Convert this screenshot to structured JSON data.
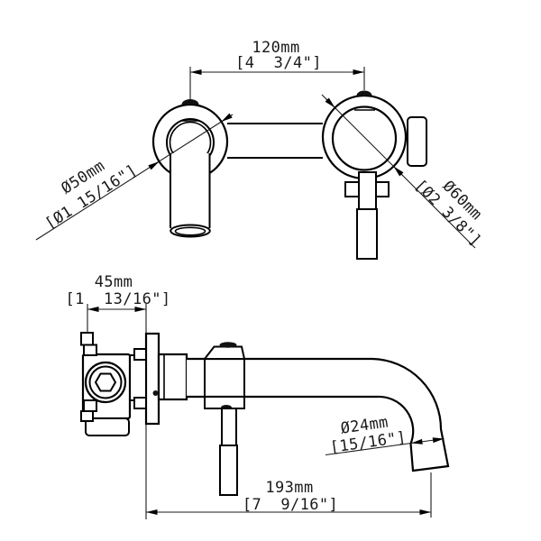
{
  "colors": {
    "background": "#ffffff",
    "outline": "#000000",
    "dimension_lines": "#1a1a1a",
    "text": "#1a1a1a",
    "part_fill": "#ffffff",
    "dark_detail": "#111111"
  },
  "dimensions": {
    "width_120": {
      "mm": "120mm",
      "inch": "[4  3/4\"]"
    },
    "dia_50": {
      "mm": "Ø50mm",
      "inch": "[Ø1 15/16\"]"
    },
    "dia_60": {
      "mm": "Ø60mm",
      "inch": "[Ø2 3/8\"]"
    },
    "depth_45": {
      "mm": "45mm",
      "inch": "[1  13/16\"]"
    },
    "dia_24": {
      "mm": "Ø24mm",
      "inch": "[15/16\"]"
    },
    "length_193": {
      "mm": "193mm",
      "inch": "[7  9/16\"]"
    }
  }
}
